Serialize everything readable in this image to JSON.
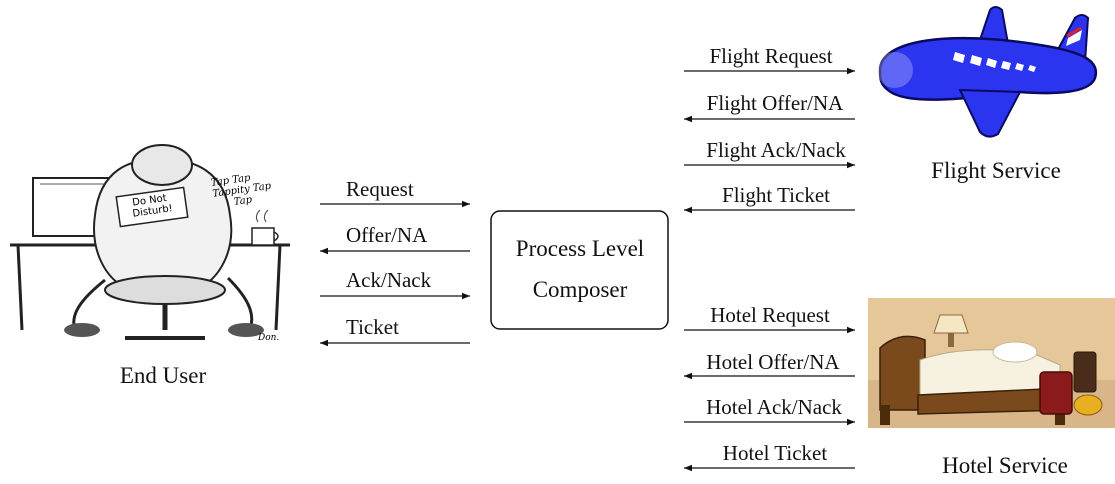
{
  "composer": {
    "line1": "Process Level",
    "line2": "Composer"
  },
  "end_user": {
    "caption": "End User",
    "illustration": "frustrated-user-at-computer",
    "sign_text": "Do Not Disturb!",
    "doodle_text": "Tap Tap Tappity Tap Tap",
    "signature": "Don."
  },
  "flight_service": {
    "caption": "Flight Service",
    "illustration": "airplane-icon"
  },
  "hotel_service": {
    "caption": "Hotel Service",
    "illustration": "hotel-bed-icon"
  },
  "user_messages": [
    {
      "label": "Request",
      "direction": "to-composer"
    },
    {
      "label": "Offer/NA",
      "direction": "to-user"
    },
    {
      "label": "Ack/Nack",
      "direction": "to-composer"
    },
    {
      "label": "Ticket",
      "direction": "to-user"
    }
  ],
  "flight_messages": [
    {
      "label": "Flight Request",
      "direction": "to-service"
    },
    {
      "label": "Flight Offer/NA",
      "direction": "to-composer"
    },
    {
      "label": "Flight Ack/Nack",
      "direction": "to-service"
    },
    {
      "label": "Flight Ticket",
      "direction": "to-composer"
    }
  ],
  "hotel_messages": [
    {
      "label": "Hotel Request",
      "direction": "to-service"
    },
    {
      "label": "Hotel Offer/NA",
      "direction": "to-composer"
    },
    {
      "label": "Hotel Ack/Nack",
      "direction": "to-service"
    },
    {
      "label": "Hotel Ticket",
      "direction": "to-composer"
    }
  ],
  "colors": {
    "airplane_body": "#2b35f0",
    "airplane_window": "#ffffff",
    "hotel_bed": "#7a4a1c",
    "hotel_wall": "#e6c79a"
  }
}
